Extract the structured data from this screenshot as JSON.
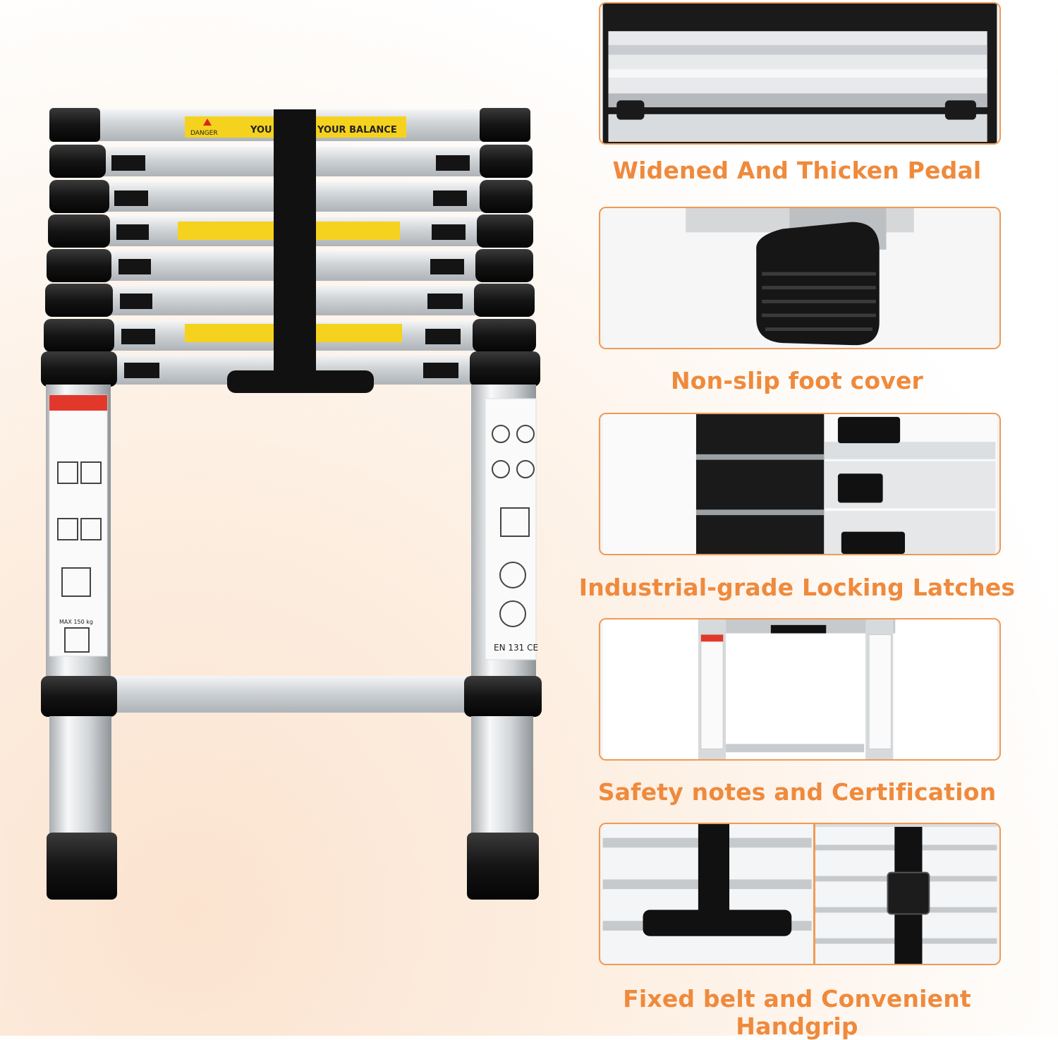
{
  "features": [
    {
      "caption": "Widened And Thicken Pedal",
      "icon": "pedal-closeup"
    },
    {
      "caption": "Non-slip foot cover",
      "icon": "rubber-foot-closeup"
    },
    {
      "caption": "Industrial-grade Locking Latches",
      "icon": "latch-closeup"
    },
    {
      "caption": "Safety notes and Certification",
      "icon": "safety-labels-closeup"
    },
    {
      "caption": "Fixed belt and Convenient Handgrip",
      "icon": "belt-handgrip-closeup"
    }
  ],
  "ladder_labels": {
    "top_warning_badge": "DANGER",
    "top_warning_text_1": "YOU",
    "top_warning_text_2": "YOUR BALANCE",
    "certification": "EN 131 CE",
    "max_load": "MAX 150 kg"
  },
  "colors": {
    "accent": "#f09a55",
    "caption": "#ef8a3c",
    "warning_yellow": "#f5d21e",
    "rubber_black": "#151515",
    "aluminium": "#d6d9dc"
  }
}
